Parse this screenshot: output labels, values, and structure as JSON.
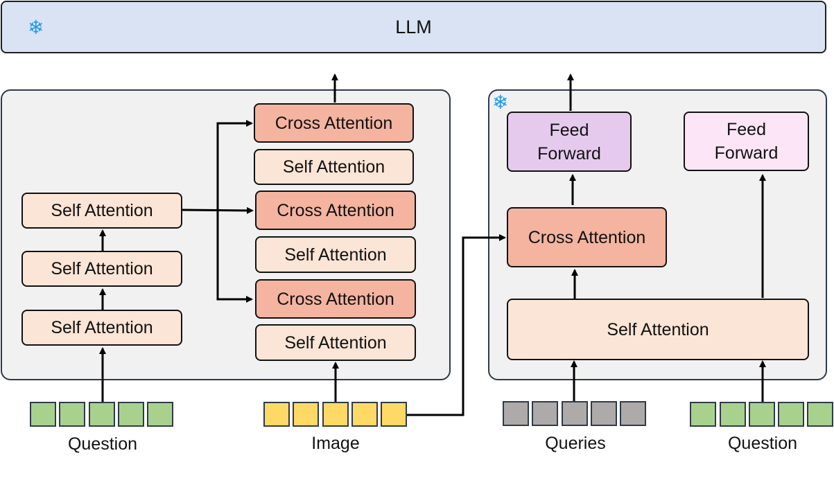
{
  "llm": {
    "label": "LLM",
    "icon": "snowflake"
  },
  "left_panel": {
    "self_attention_stack": [
      "Self Attention",
      "Self Attention",
      "Self Attention"
    ],
    "interleaved_stack": [
      "Cross Attention",
      "Self Attention",
      "Cross Attention",
      "Self Attention",
      "Cross Attention",
      "Self Attention"
    ],
    "inputs": {
      "question_label": "Question",
      "image_label": "Image"
    }
  },
  "right_panel": {
    "icon": "snowflake",
    "feed_forward_left": "Feed\nForward",
    "feed_forward_right": "Feed\nForward",
    "cross_attention": "Cross Attention",
    "self_attention": "Self Attention",
    "inputs": {
      "queries_label": "Queries",
      "question_label": "Question"
    }
  },
  "colors": {
    "llm_fill": "#dae3f3",
    "self_attention_fill": "#fbe5d6",
    "cross_attention_fill": "#f4b4a0",
    "feed_forward_frozen_fill": "#e6caee",
    "feed_forward_fill": "#fbe5f6",
    "question_token": "#a9d18e",
    "image_token": "#ffd966",
    "query_token": "#aeaaaa",
    "snowflake": "#1e9be9"
  }
}
